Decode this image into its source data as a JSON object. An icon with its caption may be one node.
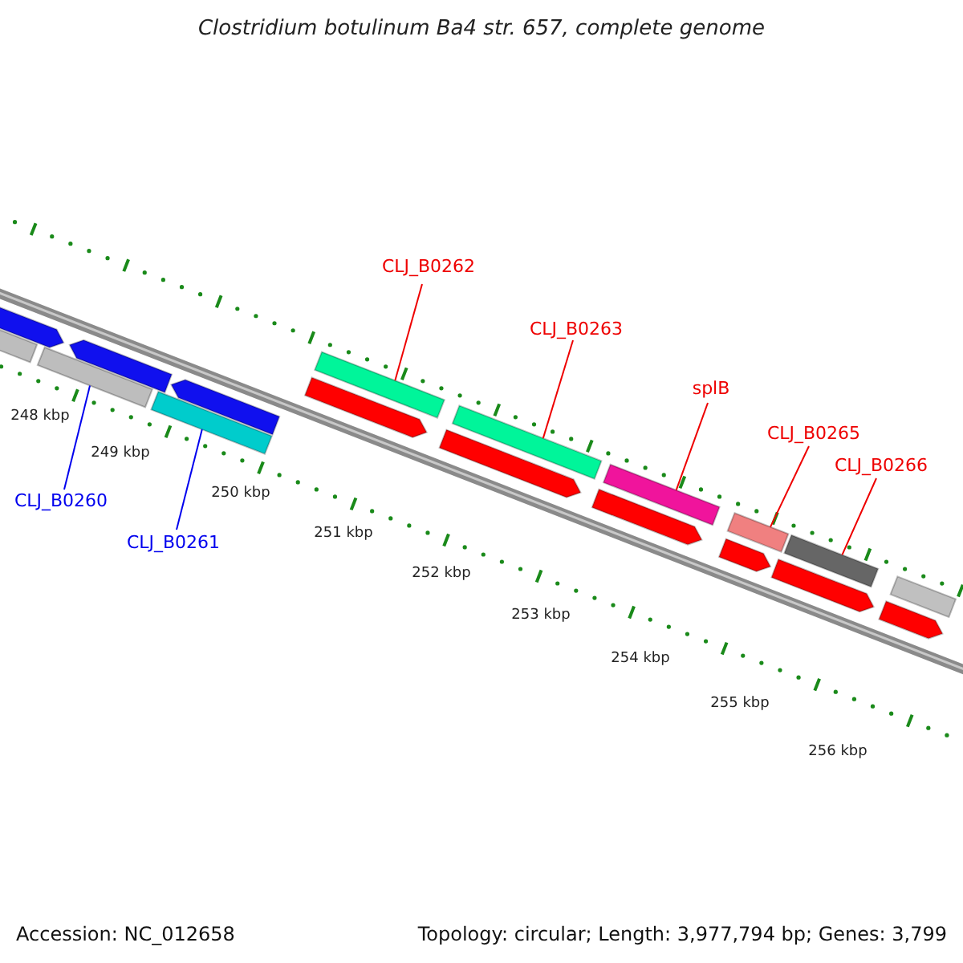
{
  "diagram": {
    "title": "Clostridium botulinum Ba4 str. 657, complete genome",
    "nodes": [
      {
        "text": [
          "CLJ_B0262"
        ]
      },
      {
        "text": [
          "CLJ_B0263"
        ]
      },
      {
        "text": [
          "splB"
        ]
      },
      {
        "text": [
          "CLJ_B0265"
        ]
      },
      {
        "text": [
          "CLJ_B0266"
        ]
      },
      {
        "text": [
          "CLJ_B0260"
        ]
      },
      {
        "text": [
          "CLJ_B0261"
        ]
      },
      {
        "text": [],
        "shape": "arrow"
      },
      {
        "text": [],
        "shape": "bar"
      },
      {
        "text": [],
        "shape": "arrow"
      },
      {
        "text": [],
        "shape": "bar"
      },
      {
        "text": [],
        "shape": "arrow"
      },
      {
        "text": [],
        "shape": "bar"
      },
      {
        "text": [],
        "shape": "bar"
      },
      {
        "text": [],
        "shape": "arrow"
      },
      {
        "text": [],
        "shape": "bar"
      },
      {
        "text": [],
        "shape": "arrow"
      },
      {
        "text": [],
        "shape": "bar"
      },
      {
        "text": [],
        "shape": "arrow"
      },
      {
        "text": [],
        "shape": "bar"
      },
      {
        "text": [],
        "shape": "arrow"
      },
      {
        "text": [],
        "shape": "bar"
      },
      {
        "text": [],
        "shape": "arrow"
      },
      {
        "text": [],
        "shape": "bar"
      },
      {
        "text": [],
        "shape": "arrow"
      }
    ],
    "edges": [
      {
        "from": 0,
        "to": 13,
        "arrow": "none"
      },
      {
        "from": 1,
        "to": 15,
        "arrow": "none"
      },
      {
        "from": 2,
        "to": 17,
        "arrow": "none"
      },
      {
        "from": 3,
        "to": 19,
        "arrow": "none"
      },
      {
        "from": 4,
        "to": 21,
        "arrow": "none"
      },
      {
        "from": 5,
        "to": 10,
        "arrow": "none",
        "color": "#0000ee"
      },
      {
        "from": 6,
        "to": 12,
        "arrow": "none",
        "color": "#0000ee"
      }
    ],
    "labels": [
      "248 kbp",
      "249 kbp",
      "250 kbp",
      "251 kbp",
      "252 kbp",
      "253 kbp",
      "254 kbp",
      "255 kbp",
      "256 kbp",
      "Accession: NC_012658",
      "Topology: circular; Length: 3,977,794 bp; Genes: 3,799"
    ]
  }
}
